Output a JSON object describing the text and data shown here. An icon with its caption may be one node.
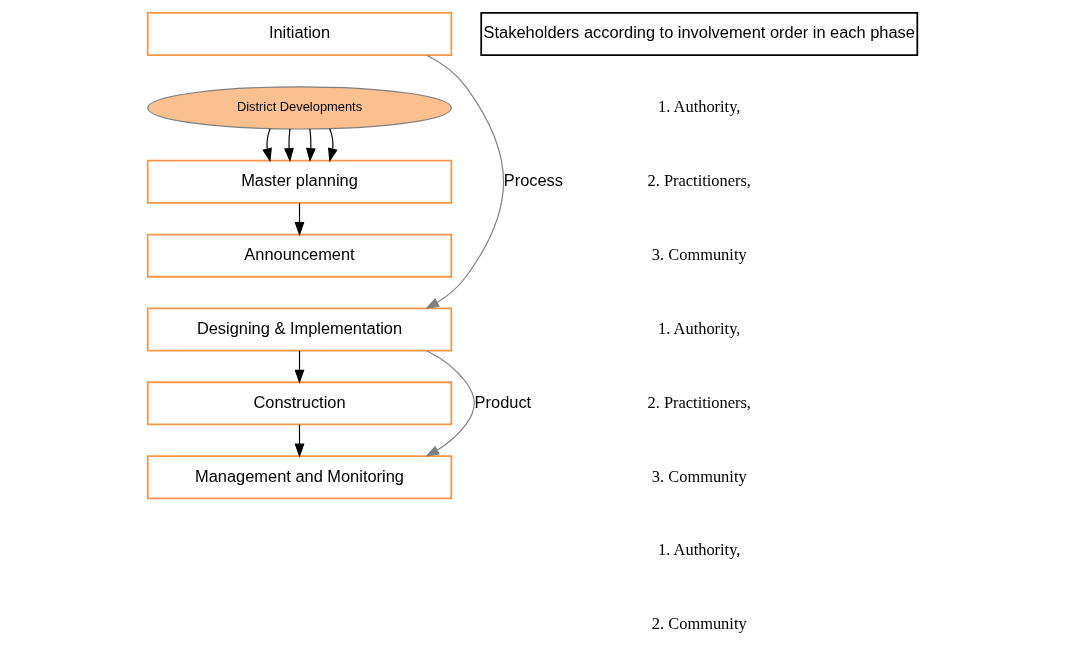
{
  "diagram": {
    "nodes": [
      {
        "text": [
          "Initiation"
        ]
      },
      {
        "text": [
          "District Developments"
        ]
      },
      {
        "text": [
          "Master planning"
        ]
      },
      {
        "text": [
          "Announcement"
        ]
      },
      {
        "text": [
          "Designing & Implementation"
        ]
      },
      {
        "text": [
          "Construction"
        ]
      },
      {
        "text": [
          "Management and Monitoring"
        ]
      },
      {
        "text": [
          "Stakeholders according to involvement order in each phase"
        ]
      }
    ],
    "edges": [
      {
        "from": 1,
        "to": 2,
        "arrow": "to"
      },
      {
        "from": 1,
        "to": 2,
        "arrow": "to"
      },
      {
        "from": 1,
        "to": 2,
        "arrow": "to"
      },
      {
        "from": 1,
        "to": 2,
        "arrow": "to"
      },
      {
        "from": 2,
        "to": 3,
        "arrow": "to"
      },
      {
        "from": 4,
        "to": 5,
        "arrow": "to"
      },
      {
        "from": 5,
        "to": 6,
        "arrow": "to"
      },
      {
        "from": 0,
        "to": 4,
        "arrow": "to",
        "label": "Process",
        "color": "#7f7f7f"
      },
      {
        "from": 4,
        "to": 6,
        "arrow": "to",
        "label": "Product",
        "color": "#7f7f7f"
      }
    ],
    "labels": [
      "1. Authority,",
      "2. Practitioners,",
      "3. Community",
      "1. Authority,",
      "2. Practitioners,",
      "3. Community",
      "1. Authority,",
      "2. Community"
    ]
  }
}
